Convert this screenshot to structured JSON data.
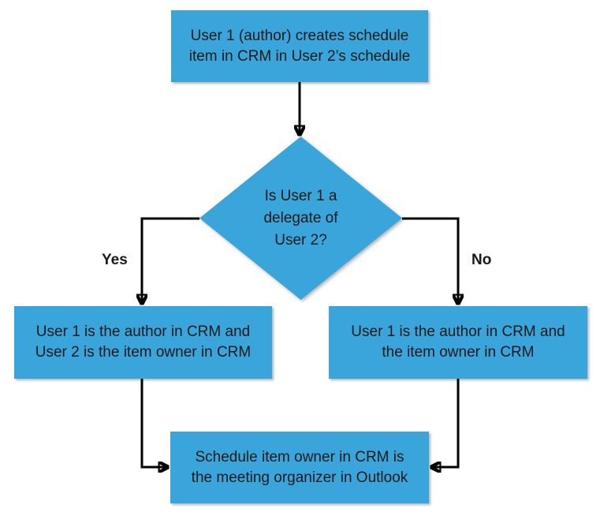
{
  "colors": {
    "bg": "#ffffff",
    "node_fill": "#3AA5DB",
    "text_color": "#1a1a1a",
    "line_color": "#000000"
  },
  "diagram": {
    "type": "flowchart",
    "nodes": {
      "start": {
        "shape": "rectangle",
        "text": "User 1 (author) creates schedule\nitem in CRM in User 2’s schedule"
      },
      "decision": {
        "shape": "diamond",
        "text": "Is User 1 a\ndelegate of\nUser 2?"
      },
      "yes_result": {
        "shape": "rectangle",
        "text": "User 1 is the author in CRM and\nUser 2 is the item owner in CRM"
      },
      "no_result": {
        "shape": "rectangle",
        "text": "User 1 is the author in CRM and\nthe item owner in CRM"
      },
      "end": {
        "shape": "rectangle",
        "text": "Schedule item owner in CRM is\nthe meeting organizer in Outlook"
      }
    },
    "labels": {
      "yes": "Yes",
      "no": "No"
    },
    "edges": [
      {
        "from": "start",
        "to": "decision",
        "label": ""
      },
      {
        "from": "decision",
        "to": "yes_result",
        "label": "Yes"
      },
      {
        "from": "decision",
        "to": "no_result",
        "label": "No"
      },
      {
        "from": "yes_result",
        "to": "end",
        "label": ""
      },
      {
        "from": "no_result",
        "to": "end",
        "label": ""
      }
    ]
  }
}
